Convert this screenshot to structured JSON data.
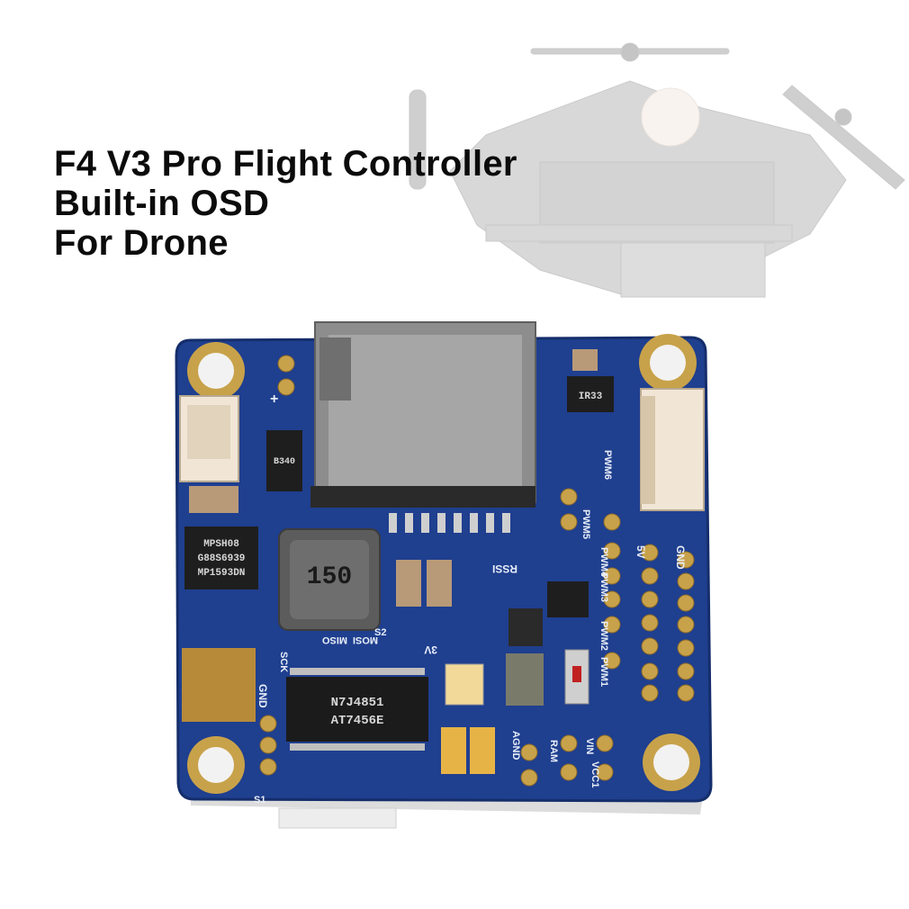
{
  "title": {
    "line1": "F4 V3 Pro Flight Controller",
    "line2": "Built-in OSD",
    "line3": "For Drone"
  },
  "board": {
    "inductor_label": "150",
    "chip_osd_line1": "N7J4851",
    "chip_osd_line2": "AT7456E",
    "chip_mp_line1": "MPSH08",
    "chip_mp_line2": "G88S6939",
    "chip_mp_line3": "MP1593DN",
    "diode_label": "B340",
    "ic_label": "IR33",
    "silkscreen": {
      "gnd": "GND",
      "v5": "5V",
      "pwm1": "PWM1",
      "pwm2": "PWM2",
      "pwm3": "PWM3",
      "pwm4": "PWM4",
      "pwm5": "PWM5",
      "pwm6": "PWM6",
      "rssi": "RSSI",
      "agnd": "AGND",
      "ram": "RAM",
      "vin": "VIN",
      "vcc1": "VCC1",
      "v3": "3V",
      "sck": "SCK",
      "mosi": "MOSI",
      "miso": "MISO",
      "s2": "S2",
      "s1": "S1",
      "plus": "+"
    }
  },
  "colors": {
    "pcb_blue": "#1f3f8f",
    "gold_pad": "#c8a24a",
    "sd_metal": "#8d8d8d"
  }
}
